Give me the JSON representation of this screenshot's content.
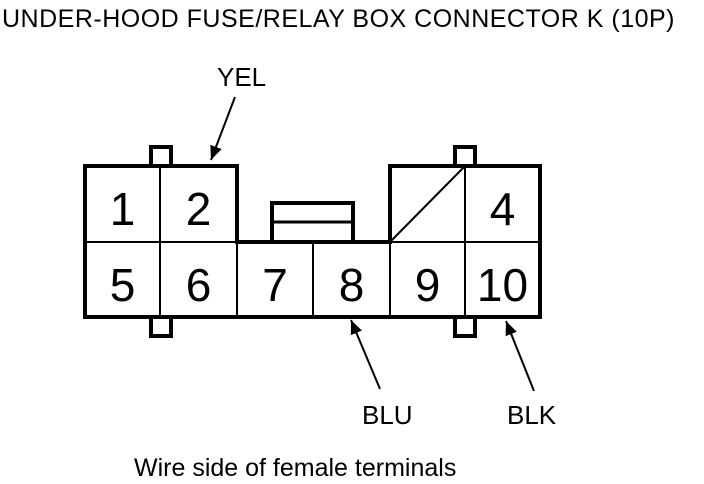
{
  "title": "UNDER-HOOD FUSE/RELAY BOX CONNECTOR K (10P)",
  "caption": "Wire side of female terminals",
  "colors": {
    "line": "#000000",
    "background": "#ffffff"
  },
  "connector": {
    "pins": [
      {
        "number": "1"
      },
      {
        "number": "2"
      },
      {
        "number": "4"
      },
      {
        "number": "5"
      },
      {
        "number": "6"
      },
      {
        "number": "7"
      },
      {
        "number": "8"
      },
      {
        "number": "9"
      },
      {
        "number": "10"
      }
    ],
    "empty_cell_marked_with_diagonal": true
  },
  "wire_labels": [
    {
      "text": "YEL",
      "points_to_pin": "2"
    },
    {
      "text": "BLU",
      "points_to_pin": "8"
    },
    {
      "text": "BLK",
      "points_to_pin": "10"
    }
  ]
}
